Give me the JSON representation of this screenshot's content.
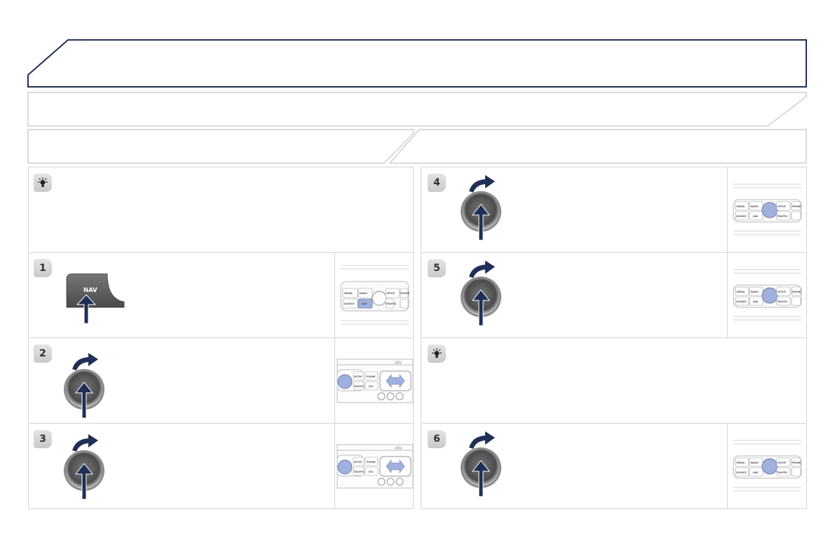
{
  "colors": {
    "navy": "#1f2f57",
    "panel_border": "#d5d5d5",
    "badge": "#d4d4d4",
    "highlight": "#9fb1dc"
  },
  "tip_icon": "bulb-icon",
  "steps": [
    {
      "number": "1",
      "icon": "nav-button-press-icon",
      "nav_label": "NAV"
    },
    {
      "number": "2",
      "icon": "rotate-press-knob-icon"
    },
    {
      "number": "3",
      "icon": "rotate-press-knob-icon"
    },
    {
      "number": "4",
      "icon": "rotate-press-knob-icon"
    },
    {
      "number": "5",
      "icon": "rotate-press-knob-icon"
    },
    {
      "number": "6",
      "icon": "rotate-press-knob-icon"
    }
  ],
  "panel_buttons": {
    "top": [
      "MEDIA",
      "RADIO",
      "SETUP",
      "PHONE"
    ],
    "bottom": [
      "SOURCE",
      "NAV",
      "TRAFFIC"
    ],
    "alt_top": [
      "SETUP",
      "PHONE"
    ],
    "alt_bottom": [
      "TRAFFIC",
      "ESC"
    ]
  }
}
